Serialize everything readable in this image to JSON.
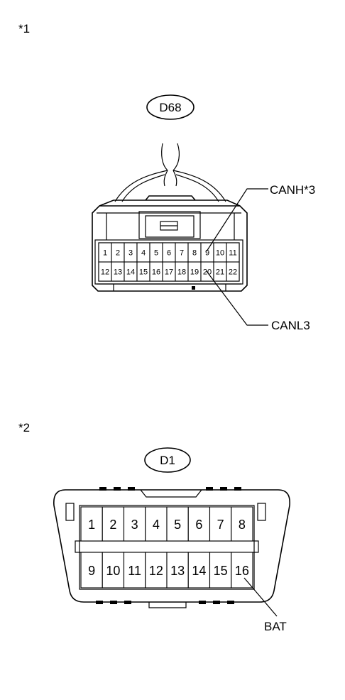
{
  "figure1": {
    "marker": "*1",
    "connector_label": "D68",
    "row1_pins": [
      "1",
      "2",
      "3",
      "4",
      "5",
      "6",
      "7",
      "8",
      "9",
      "10",
      "11"
    ],
    "row2_pins": [
      "12",
      "13",
      "14",
      "15",
      "16",
      "17",
      "18",
      "19",
      "20",
      "21",
      "22"
    ],
    "callouts": [
      {
        "text": "CANH*3",
        "pin": "9"
      },
      {
        "text": "CANL3",
        "pin": "20"
      }
    ]
  },
  "figure2": {
    "marker": "*2",
    "connector_label": "D1",
    "row1_pins": [
      "1",
      "2",
      "3",
      "4",
      "5",
      "6",
      "7",
      "8"
    ],
    "row2_pins": [
      "9",
      "10",
      "11",
      "12",
      "13",
      "14",
      "15",
      "16"
    ],
    "callouts": [
      {
        "text": "BAT",
        "pin": "16"
      }
    ]
  }
}
